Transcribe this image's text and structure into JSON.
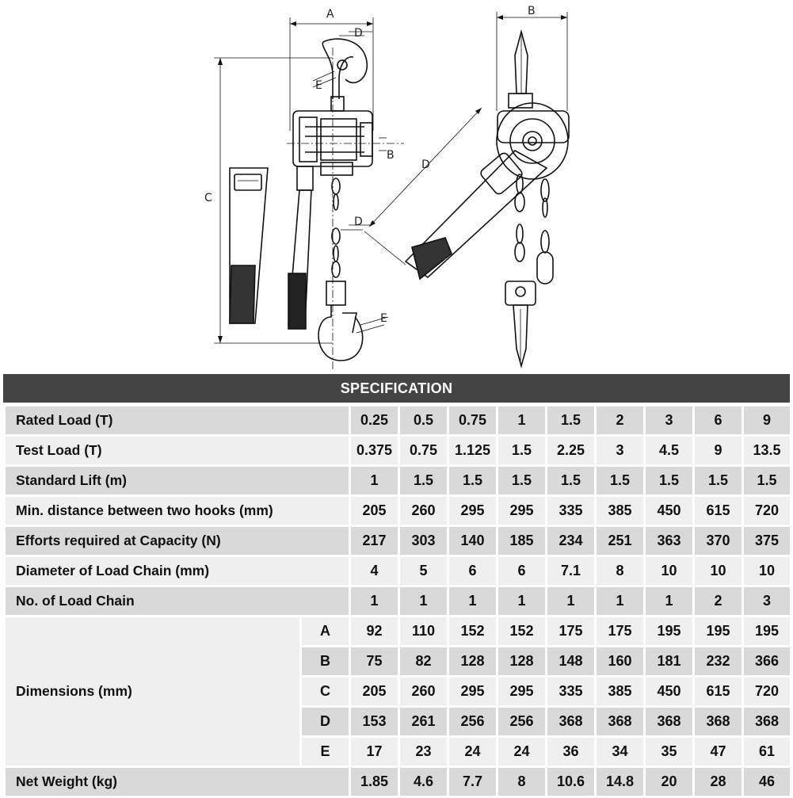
{
  "drawing": {
    "dimension_labels": {
      "a": "A",
      "b": "B",
      "c": "C",
      "d": "D",
      "e": "E"
    }
  },
  "spec": {
    "title": "SPECIFICATION",
    "rows": [
      {
        "label": "Rated Load (T)",
        "values": [
          "0.25",
          "0.5",
          "0.75",
          "1",
          "1.5",
          "2",
          "3",
          "6",
          "9"
        ]
      },
      {
        "label": "Test Load (T)",
        "values": [
          "0.375",
          "0.75",
          "1.125",
          "1.5",
          "2.25",
          "3",
          "4.5",
          "9",
          "13.5"
        ]
      },
      {
        "label": "Standard Lift (m)",
        "values": [
          "1",
          "1.5",
          "1.5",
          "1.5",
          "1.5",
          "1.5",
          "1.5",
          "1.5",
          "1.5"
        ]
      },
      {
        "label": "Min. distance between two hooks (mm)",
        "values": [
          "205",
          "260",
          "295",
          "295",
          "335",
          "385",
          "450",
          "615",
          "720"
        ]
      },
      {
        "label": "Efforts required at Capacity (N)",
        "values": [
          "217",
          "303",
          "140",
          "185",
          "234",
          "251",
          "363",
          "370",
          "375"
        ]
      },
      {
        "label": "Diameter of Load Chain (mm)",
        "values": [
          "4",
          "5",
          "6",
          "6",
          "7.1",
          "8",
          "10",
          "10",
          "10"
        ]
      },
      {
        "label": "No. of Load Chain",
        "values": [
          "1",
          "1",
          "1",
          "1",
          "1",
          "1",
          "1",
          "2",
          "3"
        ]
      }
    ],
    "dimensions": {
      "label": "Dimensions (mm)",
      "rows": [
        {
          "key": "A",
          "values": [
            "92",
            "110",
            "152",
            "152",
            "175",
            "175",
            "195",
            "195",
            "195"
          ]
        },
        {
          "key": "B",
          "values": [
            "75",
            "82",
            "128",
            "128",
            "148",
            "160",
            "181",
            "232",
            "366"
          ]
        },
        {
          "key": "C",
          "values": [
            "205",
            "260",
            "295",
            "295",
            "335",
            "385",
            "450",
            "615",
            "720"
          ]
        },
        {
          "key": "D",
          "values": [
            "153",
            "261",
            "256",
            "256",
            "368",
            "368",
            "368",
            "368",
            "368"
          ]
        },
        {
          "key": "E",
          "values": [
            "17",
            "23",
            "24",
            "24",
            "36",
            "34",
            "35",
            "47",
            "61"
          ]
        }
      ]
    },
    "net_weight": {
      "label": "Net Weight (kg)",
      "values": [
        "1.85",
        "4.6",
        "7.7",
        "8",
        "10.6",
        "14.8",
        "20",
        "28",
        "46"
      ]
    }
  }
}
